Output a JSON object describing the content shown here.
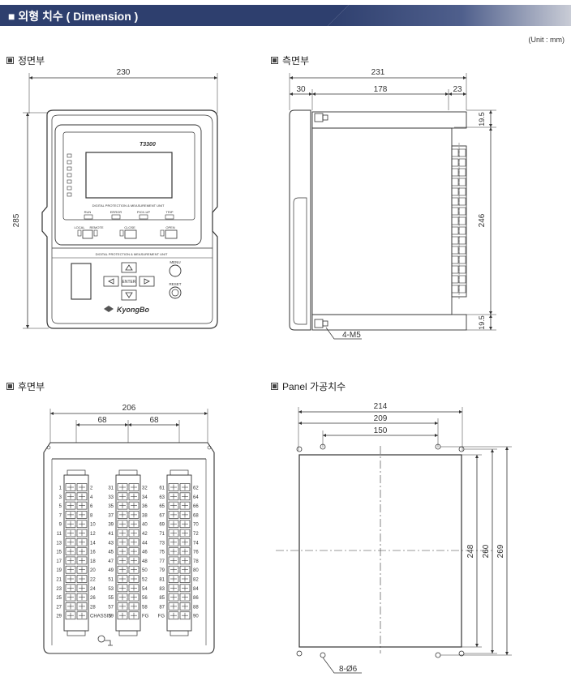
{
  "header": {
    "title": "■ 외형 치수 ( Dimension )"
  },
  "unit_label": "(Unit : mm)",
  "sections": {
    "front": "정면부",
    "side": "측면부",
    "rear": "후면부",
    "panel": "Panel 가공치수"
  },
  "front_view": {
    "dim_width": "230",
    "dim_height": "285",
    "brand_model": "T3300",
    "unit_name": "DIGITAL PROTECTION & MEASUREMENT UNIT",
    "led_labels": [
      "RUN",
      "ERROR",
      "PICK-UP",
      "TRIP"
    ],
    "btn_labels": [
      "LOCAL",
      "REMOTE",
      "CLOSE",
      "OPEN"
    ],
    "key_enter": "ENTER",
    "menu_label": "MENU",
    "reset_label": "RESET",
    "logo_text": "KyongBo"
  },
  "side_view": {
    "dim_total": "231",
    "dim_left": "30",
    "dim_mid": "178",
    "dim_right": "23",
    "dim_top": "19.5",
    "dim_body": "246",
    "dim_bottom": "19.5",
    "screw_label": "4-M5"
  },
  "rear_view": {
    "dim_width": "206",
    "dim_pitch_1": "68",
    "dim_pitch_2": "68",
    "block1_left": [
      "1",
      "3",
      "5",
      "7",
      "9",
      "11",
      "13",
      "15",
      "17",
      "19",
      "21",
      "23",
      "25",
      "27",
      "29"
    ],
    "block1_right": [
      "2",
      "4",
      "6",
      "8",
      "10",
      "12",
      "14",
      "16",
      "18",
      "20",
      "22",
      "24",
      "26",
      "28",
      "CHASSIS"
    ],
    "block2_left": [
      "31",
      "33",
      "35",
      "37",
      "39",
      "41",
      "43",
      "45",
      "47",
      "49",
      "51",
      "53",
      "55",
      "57",
      "59"
    ],
    "block2_right": [
      "32",
      "34",
      "36",
      "38",
      "40",
      "42",
      "44",
      "46",
      "48",
      "50",
      "52",
      "54",
      "56",
      "58",
      "FG"
    ],
    "block3_left": [
      "61",
      "63",
      "65",
      "67",
      "69",
      "71",
      "73",
      "75",
      "77",
      "79",
      "81",
      "83",
      "85",
      "87",
      "FG"
    ],
    "block3_right": [
      "62",
      "64",
      "66",
      "68",
      "70",
      "72",
      "74",
      "76",
      "78",
      "80",
      "82",
      "84",
      "86",
      "88",
      "90"
    ]
  },
  "panel_view": {
    "dim_214": "214",
    "dim_209": "209",
    "dim_150": "150",
    "dim_248": "248",
    "dim_260": "260",
    "dim_269": "269",
    "hole_label": "8-Ø6"
  }
}
